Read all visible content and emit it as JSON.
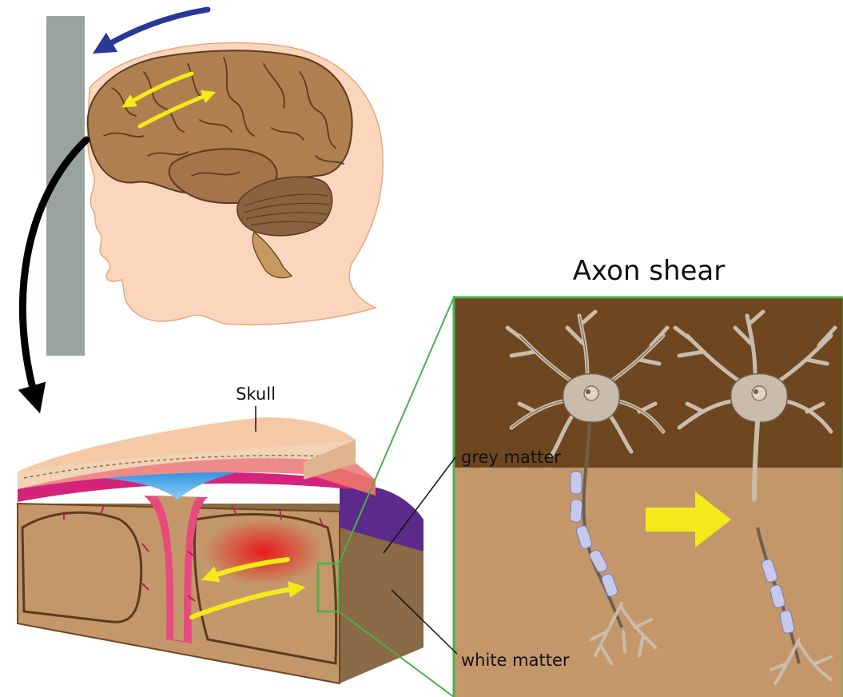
{
  "labels": {
    "title": "Axon shear",
    "skull": "Skull",
    "grey_matter": "grey matter",
    "white_matter": "white matter"
  },
  "colors": {
    "head_skin": "#fbd6bd",
    "head_outline": "#e8a77d",
    "brain": "#b07f4f",
    "brain_line": "#5a3b20",
    "cerebellum": "#8a6240",
    "wall": "#9aa3a0",
    "grey_matter_fill": "#6e4620",
    "white_matter_fill": "#c4976a",
    "inset_border": "#4caf50",
    "myelin": "#c7c9ec",
    "neuron": "#c9bcaa",
    "neuron_outline": "#6d5f50",
    "bleed": "#e81b1b",
    "csf": "#3aa0e8",
    "dura": "#ef8a8a",
    "bone": "#f1d4b6",
    "arrow_yellow": "#f4ea1a",
    "arrow_blue": "#2a3796",
    "arrow_black": "#000000"
  }
}
